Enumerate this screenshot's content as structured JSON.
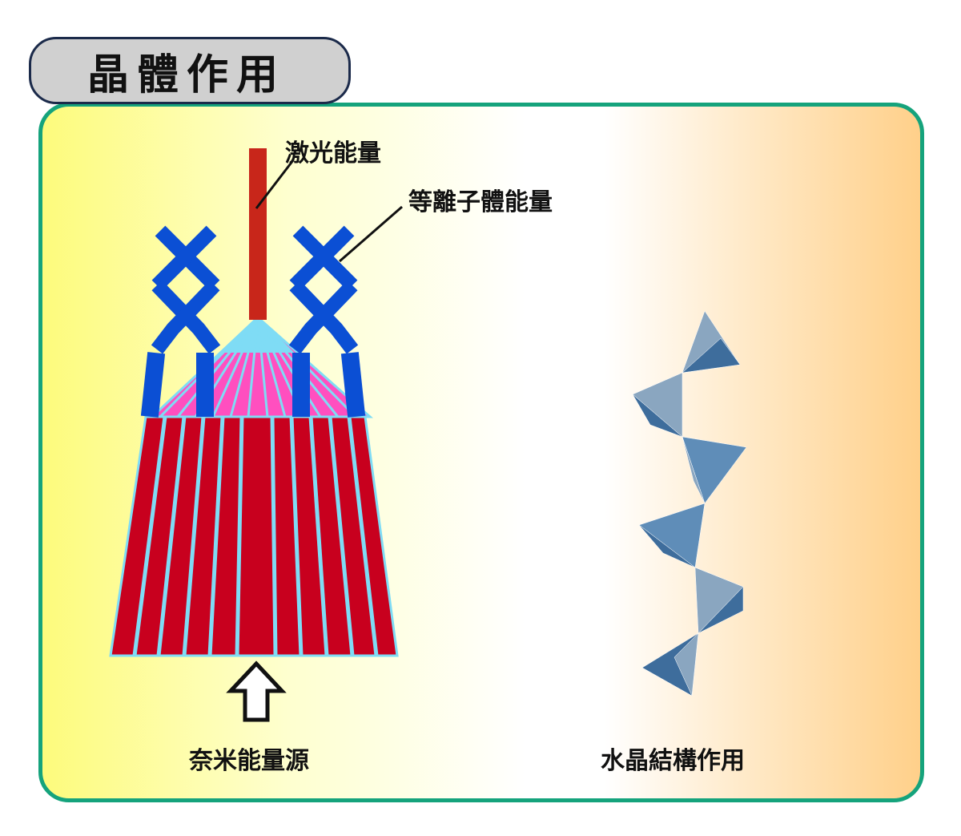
{
  "title": "晶體作用",
  "labels": {
    "laser_energy": "激光能量",
    "plasma_energy": "等離子體能量",
    "nano_energy_source": "奈米能量源",
    "crystal_structure": "水晶結構作用"
  },
  "colors": {
    "panel_border": "#15a37c",
    "title_bg": "#d0d0d0",
    "title_border": "#1b2a4a",
    "laser_rod": "#c8261a",
    "broom_red": "#c8001e",
    "broom_stripe": "#7fdcf5",
    "fan_pink": "#ff4fbf",
    "plasma_blue": "#0b4fd4",
    "crystal_light": "#8aa6c0",
    "crystal_mid": "#5f8db8",
    "crystal_dark": "#3e6d9c"
  },
  "icons": {
    "arrow": "up-arrow-icon",
    "plasma": "plasma-coil-icon",
    "crystal": "crystal-chain-icon"
  }
}
